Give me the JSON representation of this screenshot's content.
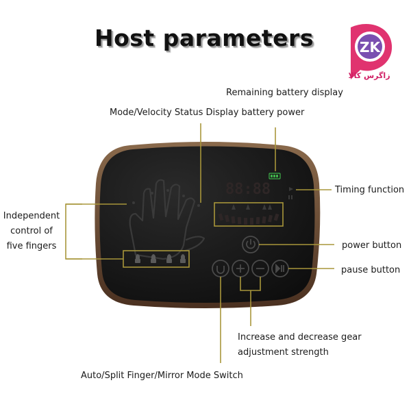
{
  "title": "Host parameters",
  "logo": {
    "text": "زاگرس کالا",
    "letters": "ZK"
  },
  "display": {
    "digits": "88:88"
  },
  "labels": {
    "battery_display": "Remaining battery display",
    "mode_display": "Mode/Velocity Status Display battery power",
    "timing": "Timing function",
    "fingers_line1": "Independent",
    "fingers_line2": "control of",
    "fingers_line3": "five fingers",
    "power": "power button",
    "pause": "pause button",
    "gear_line1": "Increase and decrease gear",
    "gear_line2": "adjustment strength",
    "mode_switch": "Auto/Split Finger/Mirror Mode Switch"
  },
  "colors": {
    "device_body": "#121212",
    "device_rim": "#6b4a33",
    "leader": "#a8963a",
    "battery": "#3fb24a",
    "segments": "#3a2a2a",
    "logo": "#e0336f"
  }
}
